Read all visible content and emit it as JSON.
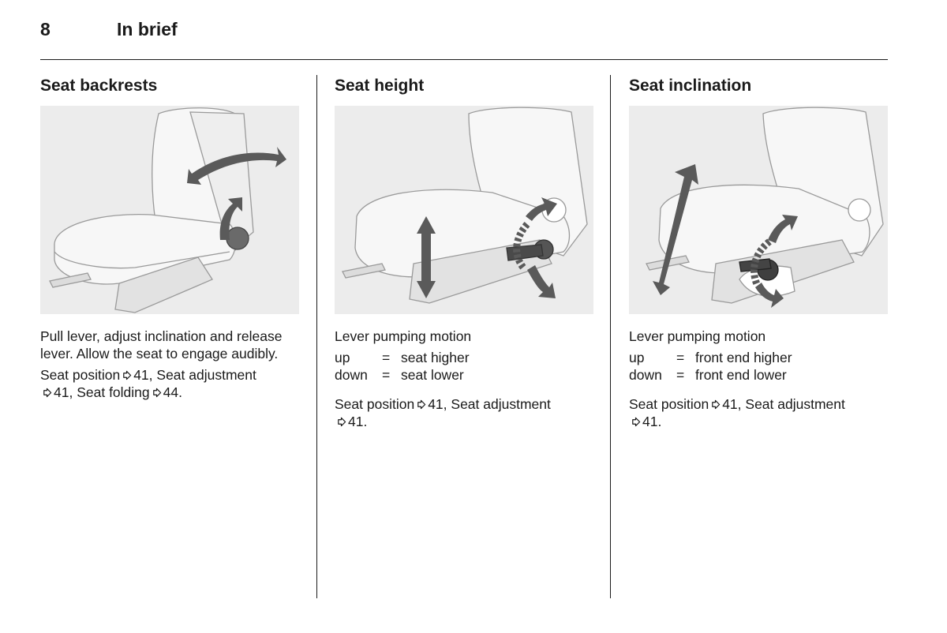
{
  "header": {
    "page_number": "8",
    "title": "In brief"
  },
  "columns": [
    {
      "heading": "Seat backrests",
      "text": "Pull lever, adjust inclination and release lever. Allow the seat to engage audibly.",
      "refs": [
        {
          "label": "Seat position",
          "page": "41",
          "sep": ", "
        },
        {
          "label": "Seat adjustment",
          "page": "41",
          "sep": ", "
        },
        {
          "label": "Seat folding",
          "page": "44",
          "sep": "."
        }
      ]
    },
    {
      "heading": "Seat height",
      "text": "Lever pumping motion",
      "defs": [
        {
          "term": "up",
          "eq": "=",
          "desc": "seat higher"
        },
        {
          "term": "down",
          "eq": "=",
          "desc": "seat lower"
        }
      ],
      "refs": [
        {
          "label": "Seat position",
          "page": "41",
          "sep": ", "
        },
        {
          "label": "Seat adjustment",
          "page": "41",
          "sep": "."
        }
      ]
    },
    {
      "heading": "Seat inclination",
      "text": "Lever pumping motion",
      "defs": [
        {
          "term": "up",
          "eq": "=",
          "desc": "front end higher"
        },
        {
          "term": "down",
          "eq": "=",
          "desc": "front end lower"
        }
      ],
      "refs": [
        {
          "label": "Seat position",
          "page": "41",
          "sep": ", "
        },
        {
          "label": "Seat adjustment",
          "page": "41",
          "sep": "."
        }
      ]
    }
  ],
  "colors": {
    "figure_bg": "#ececec",
    "arrow": "#555555",
    "ink": "#1a1a1a"
  },
  "icons": {
    "page_ref": "page-ref-arrow-icon"
  }
}
